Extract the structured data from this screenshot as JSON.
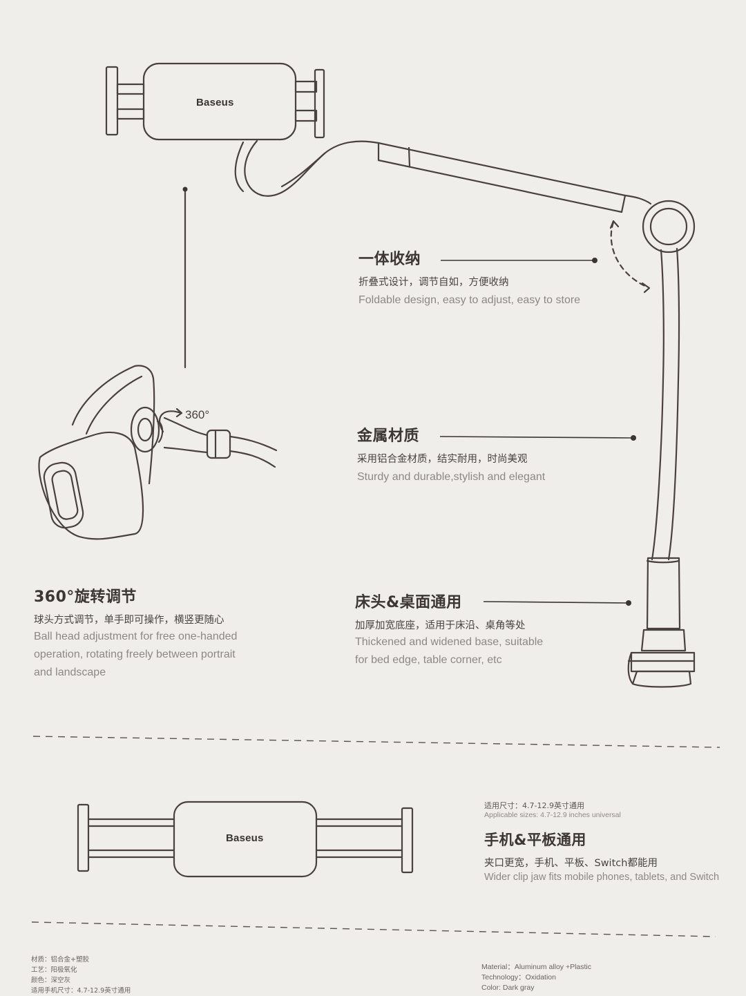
{
  "brand": {
    "logo_top": "Baseus",
    "logo_bottom": "Baseus"
  },
  "rotation_mark": "360°",
  "features": {
    "storage": {
      "title": "一体收纳",
      "cn": "折叠式设计，调节自如，方便收纳",
      "en": "Foldable design, easy to adjust, easy to store"
    },
    "material": {
      "title": "金属材质",
      "cn": "采用铝合金材质，结实耐用，时尚美观",
      "en": "Sturdy and durable,stylish and elegant"
    },
    "rotation": {
      "title": "360°旋转调节",
      "cn": "球头方式调节，单手即可操作，横竖更随心",
      "en_lines": [
        "Ball head adjustment for free one-handed",
        "operation, rotating freely between portrait",
        "and landscape"
      ]
    },
    "base": {
      "title": "床头&桌面通用",
      "cn": "加厚加宽底座，适用于床沿、桌角等处",
      "en_lines": [
        "Thickened and widened base, suitable",
        "for bed edge, table corner, etc"
      ]
    },
    "universal": {
      "size_cn": "适用尺寸：4.7-12.9英寸通用",
      "size_en": "Applicable sizes: 4.7-12.9 inches universal",
      "title": "手机&平板通用",
      "cn": "夹口更宽，手机、平板、Switch都能用",
      "en": "Wider clip jaw fits mobile phones, tablets, and Switch"
    }
  },
  "specs": {
    "cn": [
      "材质：铝合金+塑胶",
      "工艺：阳极氧化",
      "颜色：深空灰",
      "适用手机尺寸：4.7-12.9英寸通用"
    ],
    "en": [
      "Material：Aluminum alloy +Plastic",
      "Technology：Oxidation",
      "Color: Dark gray"
    ]
  },
  "colors": {
    "paper": "#efeeeb",
    "ink": "#4a403d",
    "accent_line": "#3b3533"
  }
}
